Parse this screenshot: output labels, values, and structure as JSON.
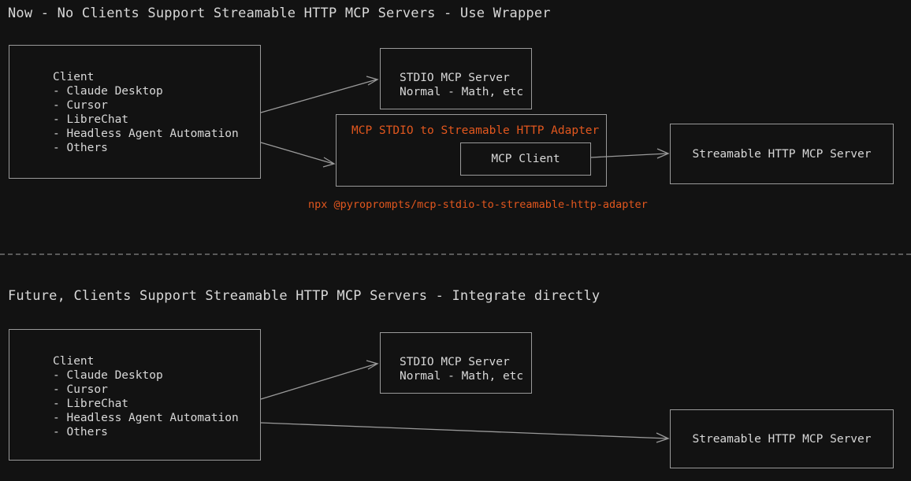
{
  "sections": {
    "now": {
      "title": "Now - No Clients Support Streamable HTTP MCP Servers - Use Wrapper",
      "client_box": {
        "heading": "Client",
        "items": [
          "- Claude Desktop",
          "- Cursor",
          "- LibreChat",
          "- Headless Agent Automation",
          "- Others"
        ]
      },
      "stdio_server": {
        "line1": "STDIO MCP Server",
        "line2": "Normal - Math, etc"
      },
      "adapter": {
        "label": "MCP STDIO to Streamable HTTP Adapter",
        "inner_box_label": "MCP Client",
        "command": "npx @pyroprompts/mcp-stdio-to-streamable-http-adapter"
      },
      "http_server": {
        "label": "Streamable HTTP MCP Server"
      }
    },
    "future": {
      "title": "Future, Clients Support Streamable HTTP MCP Servers - Integrate directly",
      "client_box": {
        "heading": "Client",
        "items": [
          "- Claude Desktop",
          "- Cursor",
          "- LibreChat",
          "- Headless Agent Automation",
          "- Others"
        ]
      },
      "stdio_server": {
        "line1": "STDIO MCP Server",
        "line2": "Normal - Math, etc"
      },
      "http_server": {
        "label": "Streamable HTTP MCP Server"
      }
    }
  },
  "colors": {
    "background": "#121212",
    "border": "#9a9a9a",
    "text": "#d8d8d8",
    "accent_orange": "#e2571e",
    "divider": "#5a5a5a"
  }
}
